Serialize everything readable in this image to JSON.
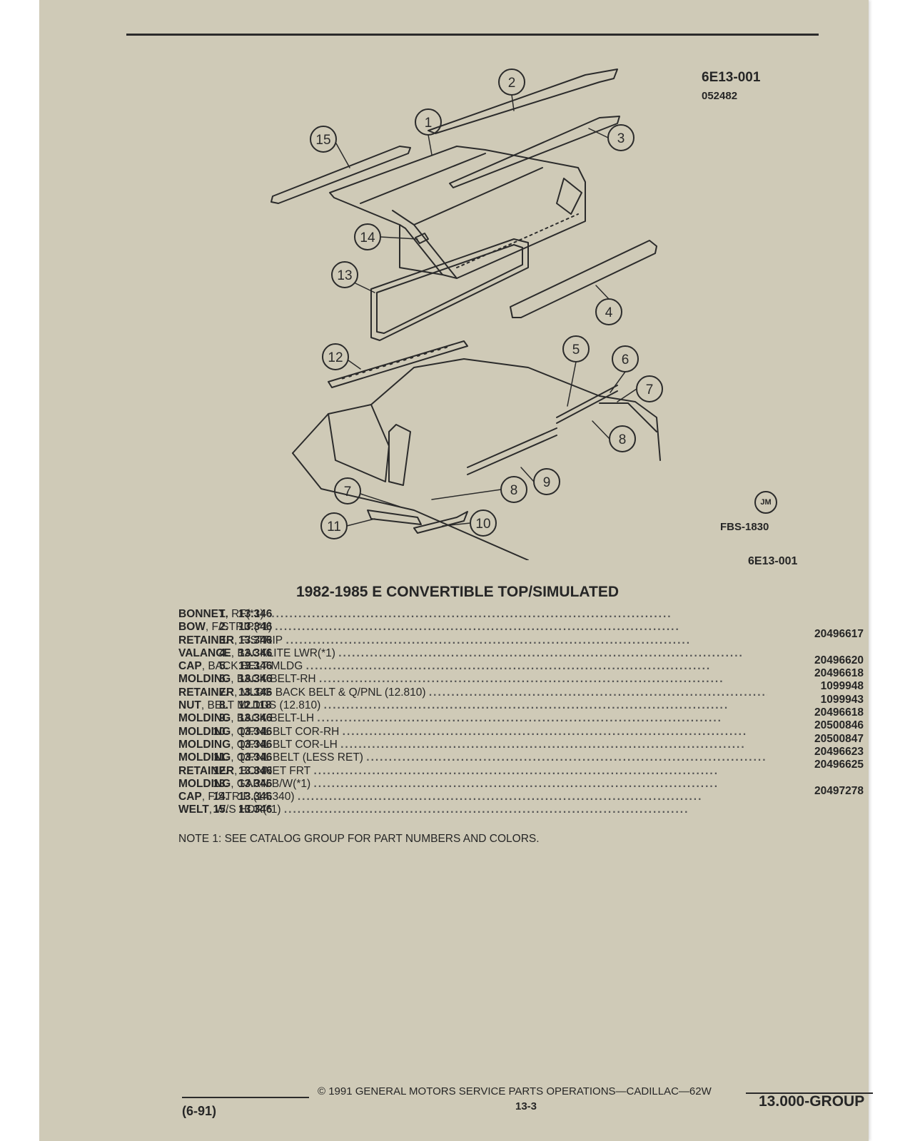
{
  "figure": {
    "code": "6E13-001",
    "sub_code": "052482",
    "badge": "JM",
    "fbs": "FBS-1830",
    "code_bottom": "6E13-001",
    "callouts": [
      "1",
      "2",
      "3",
      "4",
      "5",
      "6",
      "7",
      "8",
      "9",
      "10",
      "11",
      "12",
      "13",
      "14",
      "15",
      "7",
      "8"
    ]
  },
  "title": "1982-1985 E CONVERTIBLE TOP/SIMULATED",
  "parts": [
    {
      "num": "1.",
      "group": "13.346",
      "name": "BONNET",
      "desc": ", RF(*1)",
      "pn": ""
    },
    {
      "num": "2.",
      "group": "13.346",
      "name": "BOW",
      "desc": ", F/STRIP(*1)",
      "pn": "20496617"
    },
    {
      "num": "3.",
      "group": "13.346",
      "name": "RETAINER",
      "desc": ", F/STRIP",
      "pn": ""
    },
    {
      "num": "4.",
      "group": "13.346",
      "name": "VALANCE",
      "desc": ", BACKLITE LWR(*1)",
      "pn": "20496620"
    },
    {
      "num": "5.",
      "group": "13.346",
      "name": "CAP",
      "desc": ", BACK BELT MLDG",
      "pn": "20496618"
    },
    {
      "num": "6.",
      "group": "13.346",
      "name": "MOLDING",
      "desc": ", BACK BELT-RH",
      "pn": "1099948"
    },
    {
      "num": "7.",
      "group": "13.346",
      "name": "RETAINER",
      "desc": ", MLDG BACK BELT & Q/PNL (12.810)",
      "pn": "1099943"
    },
    {
      "num": "8.",
      "group": "12.118",
      "name": "NUT",
      "desc": ", BELT MLDGS (12.810)",
      "pn": "20496618"
    },
    {
      "num": "9.",
      "group": "13.346",
      "name": "MOLDING",
      "desc": ", BACK BELT-LH",
      "pn": "20500846"
    },
    {
      "num": "10.",
      "group": "13.346",
      "name": "MOLDING",
      "desc": ", Q/PNL BLT COR-RH",
      "pn": "20500847"
    },
    {
      "num": "",
      "group": "13.346",
      "name": "MOLDING",
      "desc": ", Q/PNL BLT COR-LH",
      "pn": "20496623"
    },
    {
      "num": "11.",
      "group": "13.346",
      "name": "MOLDING",
      "desc": ", Q/PNL BELT (LESS RET)",
      "pn": "20496625"
    },
    {
      "num": "12.",
      "group": "13.346",
      "name": "RETAINER",
      "desc": ", BONNET FRT",
      "pn": ""
    },
    {
      "num": "13.",
      "group": "13.346",
      "name": "MOLDING",
      "desc": ", GARN B/W(*1)",
      "pn": "20497278"
    },
    {
      "num": "14.",
      "group": "13.346",
      "name": "CAP",
      "desc": ", F/STRIP (14.340)",
      "pn": ""
    },
    {
      "num": "15.",
      "group": "13.346",
      "name": "WELT",
      "desc": ", W/S HDR(*1)",
      "pn": ""
    }
  ],
  "note": "NOTE  1:  SEE CATALOG GROUP FOR PART NUMBERS AND COLORS.",
  "footer": {
    "copyright": "©  1991  GENERAL MOTORS SERVICE PARTS OPERATIONS—CADILLAC—62W",
    "page": "13-3",
    "revision": "(6-91)",
    "group": "13.000-GROUP"
  }
}
